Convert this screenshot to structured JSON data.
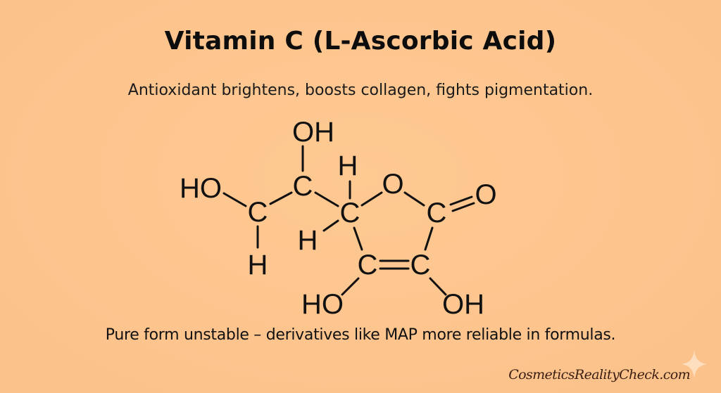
{
  "header": {
    "title": "Vitamin C (L-Ascorbic Acid)",
    "subtitle": "Antioxidant brightens, boosts collagen, fights pigmentation."
  },
  "molecule": {
    "name": "L-Ascorbic Acid structural formula",
    "atoms": {
      "oh_top": "OH",
      "ho_left": "HO",
      "c_left": "C",
      "h_left_bottom": "H",
      "c_mid": "C",
      "c_ring_top": "C",
      "h_ring_top": "H",
      "h_ring_lower": "H",
      "o_ring": "O",
      "c_carbonyl": "C",
      "o_carbonyl": "O",
      "c_ring_bl": "C",
      "c_ring_br": "C",
      "ho_bottom": "HO",
      "oh_bottom": "OH"
    }
  },
  "footer": {
    "note": "Pure form unstable – derivatives like MAP more reliable in formulas.",
    "watermark": "CosmeticsRealityCheck.com",
    "sparkle_icon": "four-point-star"
  },
  "colors": {
    "background": "#fec690",
    "text": "#111111",
    "watermark": "#3a1e12",
    "sparkle": "#fde3c8"
  }
}
